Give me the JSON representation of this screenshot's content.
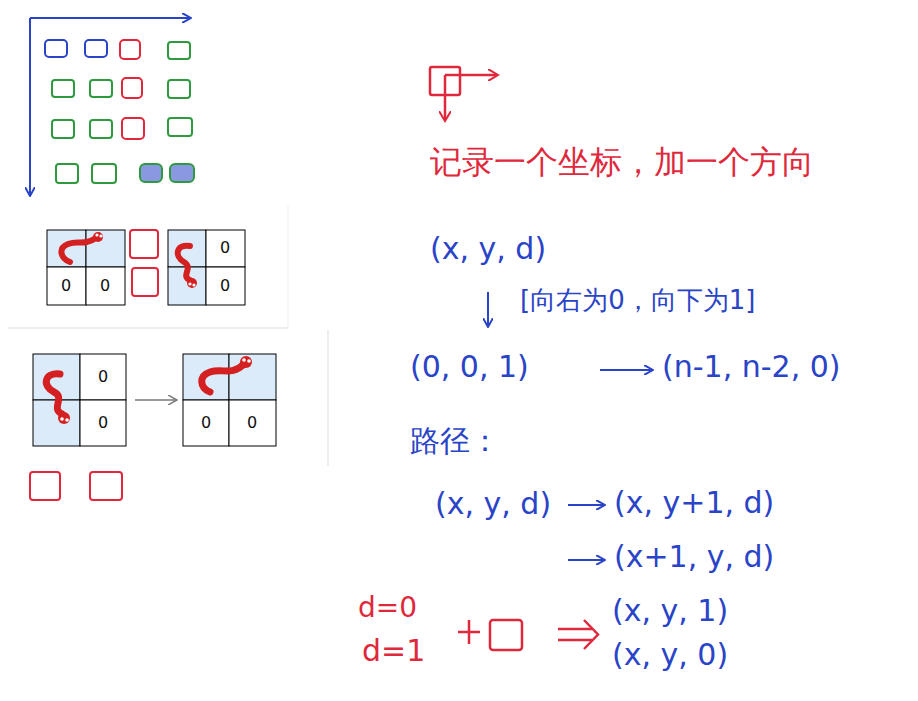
{
  "diagram": {
    "labels": [
      "记录一个坐标，加一个方向",
      "(x, y, d)",
      "[向右为0，向下为1]",
      "(0, 0, 1)",
      "(n-1, n-2, 0)",
      "路径：",
      "(x, y, d)",
      "(x, y+1, d)",
      "(x+1, y, d)",
      "d=0",
      "d=1",
      "(x, y, 1)",
      "(x, y, 0)",
      "0",
      "0",
      "0",
      "0",
      "0",
      "0",
      "0",
      "0"
    ]
  }
}
